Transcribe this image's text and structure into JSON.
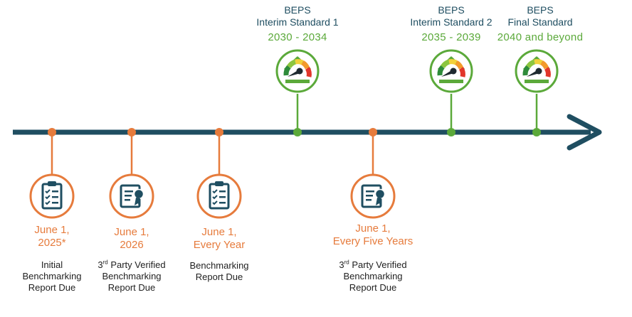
{
  "colors": {
    "axis": "#1f4e61",
    "orange": "#e67b3c",
    "green": "#5ba93a",
    "icon": "#1f4e61"
  },
  "beps": [
    {
      "title": "BEPS",
      "subtitle": "Interim Standard 1",
      "years": "2030 - 2034"
    },
    {
      "title": "BEPS",
      "subtitle": "Interim Standard 2",
      "years": "2035 - 2039"
    },
    {
      "title": "BEPS",
      "subtitle": "Final Standard",
      "years": "2040 and beyond"
    }
  ],
  "milestones": [
    {
      "date_line1": "June 1,",
      "date_line2": "2025*",
      "desc_line1": "Initial",
      "desc_line2": "Benchmarking",
      "desc_line3": "Report Due",
      "icon": "clipboard-checklist-icon"
    },
    {
      "date_line1": "June 1,",
      "date_line2": "2026",
      "desc_ordinal": "3",
      "desc_sup": "rd",
      "desc_rest": " Party Verified",
      "desc_line2": "Benchmarking",
      "desc_line3": "Report Due",
      "icon": "certificate-icon"
    },
    {
      "date_line1": "June 1,",
      "date_line2": "Every Year",
      "desc_line1": "Benchmarking",
      "desc_line2": "Report Due",
      "icon": "clipboard-checklist-icon"
    },
    {
      "date_line1": "June 1,",
      "date_line2": "Every Five Years",
      "desc_ordinal": "3",
      "desc_sup": "rd",
      "desc_rest": " Party Verified",
      "desc_line2": "Benchmarking",
      "desc_line3": "Report Due",
      "icon": "certificate-icon"
    }
  ],
  "gauge_icon": "building-performance-gauge-icon"
}
